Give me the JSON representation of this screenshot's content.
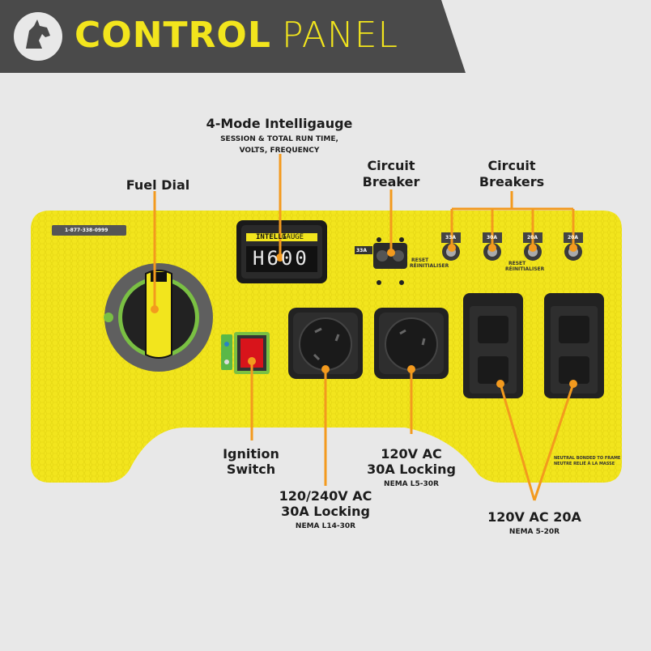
{
  "header": {
    "title_bold": "CONTROL",
    "title_light": "PANEL",
    "logo_icon": "horse-head-icon"
  },
  "callouts": {
    "intelligauge": {
      "title": "4-Mode Intelligauge",
      "sub1": "SESSION & TOTAL RUN TIME,",
      "sub2": "VOLTS, FREQUENCY"
    },
    "fuel_dial": {
      "title": "Fuel Dial"
    },
    "circuit_breaker": {
      "line1": "Circuit",
      "line2": "Breaker"
    },
    "circuit_breakers": {
      "line1": "Circuit",
      "line2": "Breakers"
    },
    "ignition": {
      "line1": "Ignition",
      "line2": "Switch"
    },
    "l14": {
      "line1": "120/240V AC",
      "line2": "30A Locking",
      "sub": "NEMA L14-30R"
    },
    "l5": {
      "line1": "120V AC",
      "line2": "30A Locking",
      "sub": "NEMA L5-30R"
    },
    "r20": {
      "line1": "120V AC 20A",
      "sub": "NEMA 5-20R"
    }
  },
  "panel": {
    "phone": "1-877-338-0999",
    "display_brand_a": "INTELLI",
    "display_brand_b": "GAUGE",
    "display_reading": "H600",
    "breaker_main": "33A",
    "breaker_labels": [
      "33A",
      "30A",
      "20A",
      "20A"
    ],
    "reset_text": "RESET",
    "reset_text_fr": "RÉINITIALISER",
    "neutral_text_1": "NEUTRAL BONDED TO FRAME",
    "neutral_text_2": "NEUTRE RELIÉ À LA MASSE"
  },
  "colors": {
    "panel_yellow": "#f2e51d",
    "header_dark": "#4a4a4a",
    "callout_orange": "#f39a1e",
    "ignition_red": "#d8141b",
    "dial_green": "#5ab848"
  }
}
